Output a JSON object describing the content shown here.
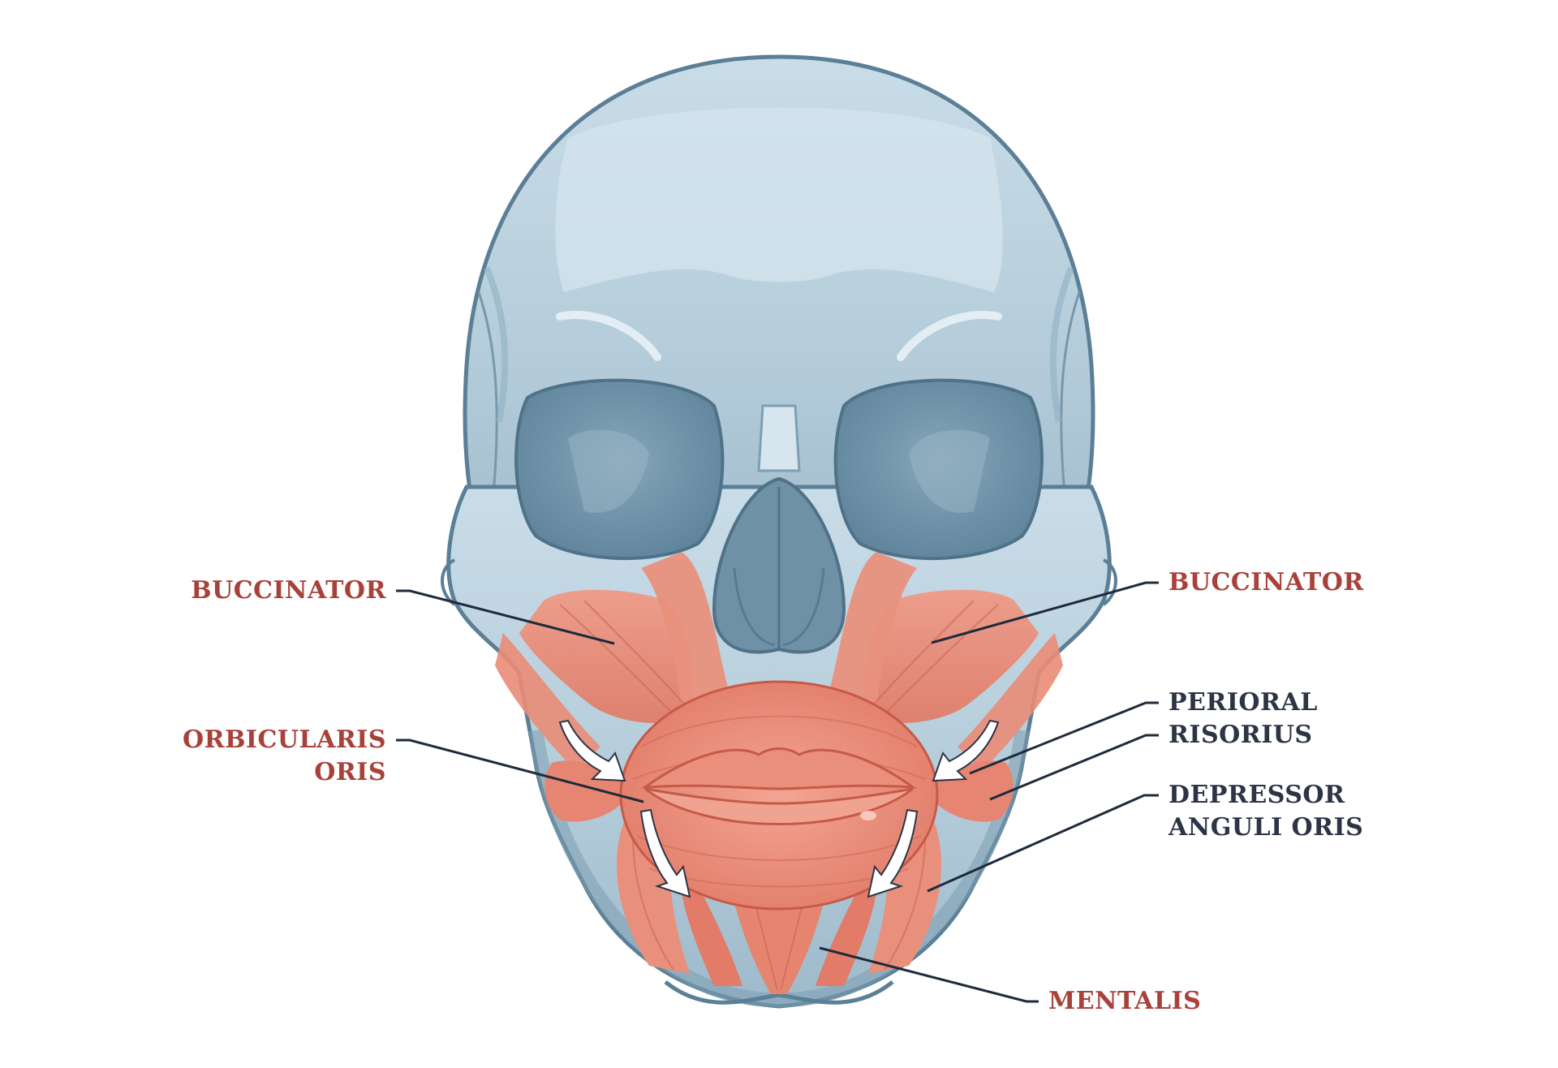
{
  "diagram": {
    "subject": "Perioral facial muscles on anterior skull",
    "colors": {
      "muscle_label": "#a8413a",
      "secondary_label": "#2c3446",
      "leader_line": "#1f2a3c",
      "bone_fill": "#b9d0dd",
      "bone_shadow": "#7d9fb3",
      "bone_outline": "#5b7f96",
      "muscle_fill": "#e98b78",
      "muscle_dark": "#c9604f",
      "arrow_fill": "#ffffff"
    },
    "labels": {
      "buccinator_left": {
        "text": "BUCCINATOR",
        "color_role": "muscle_label"
      },
      "orbicularis_oris": {
        "line1": "ORBICULARIS",
        "line2": "ORIS",
        "color_role": "muscle_label"
      },
      "buccinator_right": {
        "text": "BUCCINATOR",
        "color_role": "muscle_label"
      },
      "perioral": {
        "text": "PERIORAL",
        "color_role": "secondary_label"
      },
      "risorius": {
        "text": "RISORIUS",
        "color_role": "secondary_label"
      },
      "depressor_anguli_oris": {
        "line1": "DEPRESSOR",
        "line2": "ANGULI ORIS",
        "color_role": "secondary_label"
      },
      "mentalis": {
        "text": "MENTALIS",
        "color_role": "muscle_label"
      }
    },
    "arrows": [
      {
        "name": "upper-left-arrow",
        "direction": "inward-down-right"
      },
      {
        "name": "upper-right-arrow",
        "direction": "inward-down-left"
      },
      {
        "name": "lower-left-arrow",
        "direction": "down-right"
      },
      {
        "name": "lower-right-arrow",
        "direction": "down-left"
      }
    ]
  }
}
